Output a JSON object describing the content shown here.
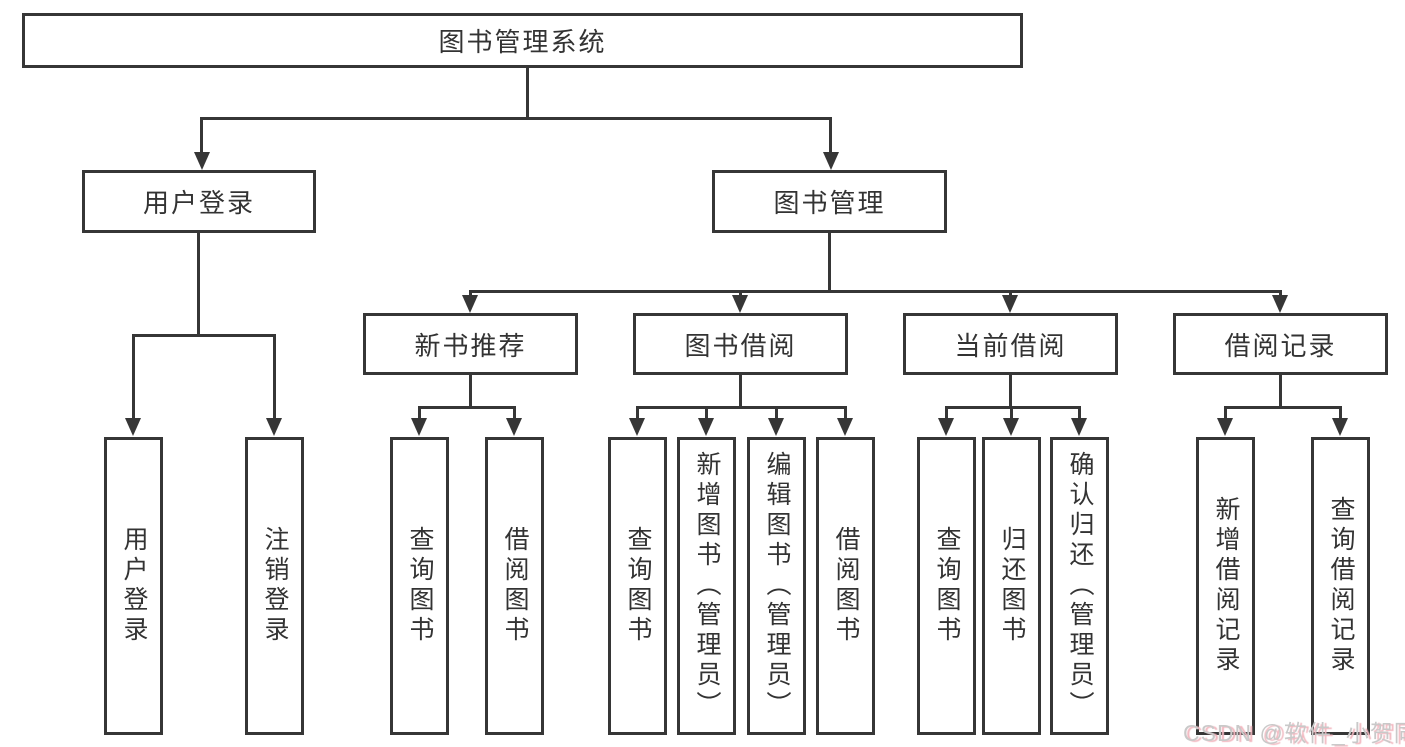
{
  "colors": {
    "line": "#363636",
    "text": "#333333",
    "background": "#ffffff",
    "watermark_text": "#c9c9c9",
    "watermark_shadow": "#f2b8c0"
  },
  "tree": {
    "root": {
      "label": "图书管理系统"
    },
    "branches": [
      {
        "label": "用户登录",
        "leaves": [
          "用户登录",
          "注销登录"
        ]
      },
      {
        "label": "图书管理",
        "children": [
          {
            "label": "新书推荐",
            "leaves": [
              "查询图书",
              "借阅图书"
            ]
          },
          {
            "label": "图书借阅",
            "leaves": [
              "查询图书",
              "新增图书（管理员）",
              "编辑图书（管理员）",
              "借阅图书"
            ]
          },
          {
            "label": "当前借阅",
            "leaves": [
              "查询图书",
              "归还图书",
              "确认归还（管理员）"
            ]
          },
          {
            "label": "借阅记录",
            "leaves": [
              "新增借阅记录",
              "查询借阅记录"
            ]
          }
        ]
      }
    ]
  },
  "watermark": "CSDN @软件_小贺同学"
}
